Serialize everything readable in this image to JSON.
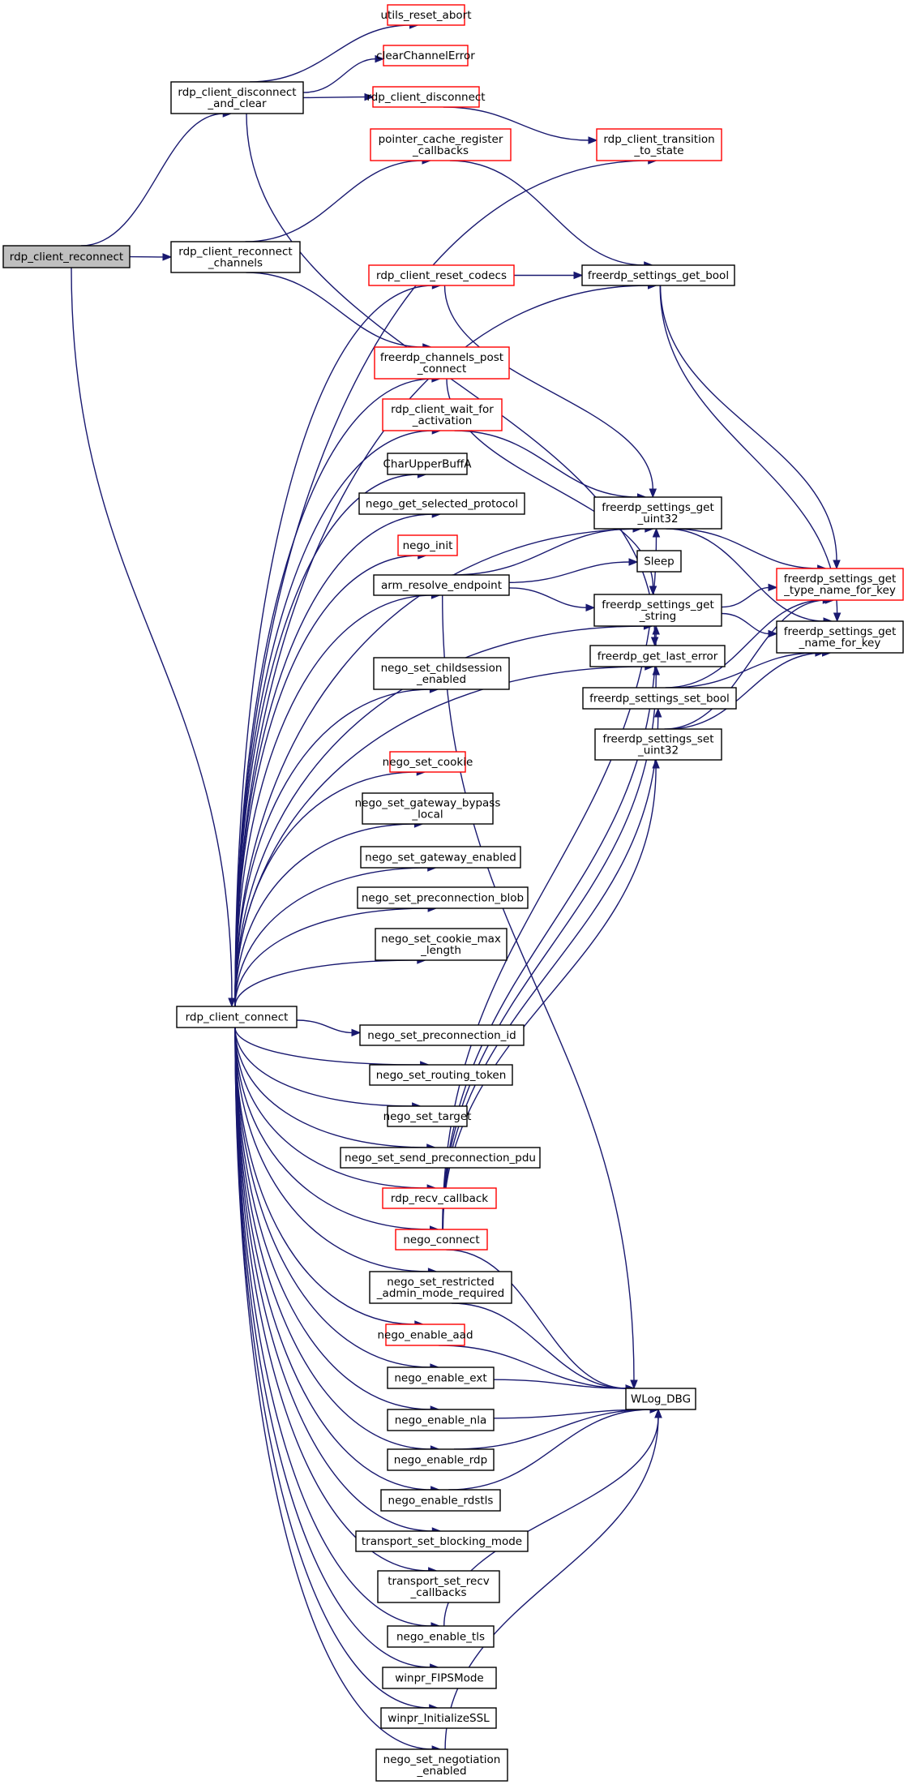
{
  "colors": {
    "edge": "#191970",
    "node_border_default": "#000000",
    "node_border_truncated": "#ff0000",
    "node_fill_default": "#ffffff",
    "node_fill_root": "#bfbfbf"
  },
  "nodes": {
    "rdp_client_reconnect": {
      "lines": [
        "rdp_client_reconnect"
      ],
      "style": "root"
    },
    "rdp_client_disconnect_and_clear": {
      "lines": [
        "rdp_client_disconnect",
        "_and_clear"
      ],
      "style": "default"
    },
    "rdp_client_reconnect_channels": {
      "lines": [
        "rdp_client_reconnect",
        "_channels"
      ],
      "style": "default"
    },
    "rdp_client_connect": {
      "lines": [
        "rdp_client_connect"
      ],
      "style": "default"
    },
    "utils_reset_abort": {
      "lines": [
        "utils_reset_abort"
      ],
      "style": "truncated"
    },
    "clearChannelError": {
      "lines": [
        "clearChannelError"
      ],
      "style": "truncated"
    },
    "rdp_client_disconnect": {
      "lines": [
        "rdp_client_disconnect"
      ],
      "style": "truncated"
    },
    "pointer_cache_register_callbacks": {
      "lines": [
        "pointer_cache_register",
        "_callbacks"
      ],
      "style": "truncated"
    },
    "rdp_client_reset_codecs": {
      "lines": [
        "rdp_client_reset_codecs"
      ],
      "style": "truncated"
    },
    "freerdp_channels_post_connect": {
      "lines": [
        "freerdp_channels_post",
        "_connect"
      ],
      "style": "truncated"
    },
    "rdp_client_wait_for_activation": {
      "lines": [
        "rdp_client_wait_for",
        "_activation"
      ],
      "style": "truncated"
    },
    "CharUpperBuffA": {
      "lines": [
        "CharUpperBuffA"
      ],
      "style": "default"
    },
    "nego_get_selected_protocol": {
      "lines": [
        "nego_get_selected_protocol"
      ],
      "style": "default"
    },
    "nego_init": {
      "lines": [
        "nego_init"
      ],
      "style": "truncated"
    },
    "arm_resolve_endpoint": {
      "lines": [
        "arm_resolve_endpoint"
      ],
      "style": "default"
    },
    "nego_set_childsession_enabled": {
      "lines": [
        "nego_set_childsession",
        "_enabled"
      ],
      "style": "default"
    },
    "nego_set_cookie": {
      "lines": [
        "nego_set_cookie"
      ],
      "style": "truncated"
    },
    "nego_set_gateway_bypass_local": {
      "lines": [
        "nego_set_gateway_bypass",
        "_local"
      ],
      "style": "default"
    },
    "nego_set_gateway_enabled": {
      "lines": [
        "nego_set_gateway_enabled"
      ],
      "style": "default"
    },
    "nego_set_preconnection_blob": {
      "lines": [
        "nego_set_preconnection_blob"
      ],
      "style": "default"
    },
    "nego_set_cookie_max_length": {
      "lines": [
        "nego_set_cookie_max",
        "_length"
      ],
      "style": "default"
    },
    "nego_set_preconnection_id": {
      "lines": [
        "nego_set_preconnection_id"
      ],
      "style": "default"
    },
    "nego_set_routing_token": {
      "lines": [
        "nego_set_routing_token"
      ],
      "style": "default"
    },
    "nego_set_target": {
      "lines": [
        "nego_set_target"
      ],
      "style": "default"
    },
    "nego_set_send_preconnection_pdu": {
      "lines": [
        "nego_set_send_preconnection_pdu"
      ],
      "style": "default"
    },
    "rdp_recv_callback": {
      "lines": [
        "rdp_recv_callback"
      ],
      "style": "truncated"
    },
    "nego_connect": {
      "lines": [
        "nego_connect"
      ],
      "style": "truncated"
    },
    "nego_set_restricted_admin_mode_required": {
      "lines": [
        "nego_set_restricted",
        "_admin_mode_required"
      ],
      "style": "default"
    },
    "nego_enable_aad": {
      "lines": [
        "nego_enable_aad"
      ],
      "style": "truncated"
    },
    "nego_enable_ext": {
      "lines": [
        "nego_enable_ext"
      ],
      "style": "default"
    },
    "nego_enable_nla": {
      "lines": [
        "nego_enable_nla"
      ],
      "style": "default"
    },
    "nego_enable_rdp": {
      "lines": [
        "nego_enable_rdp"
      ],
      "style": "default"
    },
    "nego_enable_rdstls": {
      "lines": [
        "nego_enable_rdstls"
      ],
      "style": "default"
    },
    "transport_set_blocking_mode": {
      "lines": [
        "transport_set_blocking_mode"
      ],
      "style": "default"
    },
    "transport_set_recv_callbacks": {
      "lines": [
        "transport_set_recv",
        "_callbacks"
      ],
      "style": "default"
    },
    "nego_enable_tls": {
      "lines": [
        "nego_enable_tls"
      ],
      "style": "default"
    },
    "winpr_FIPSMode": {
      "lines": [
        "winpr_FIPSMode"
      ],
      "style": "default"
    },
    "winpr_InitializeSSL": {
      "lines": [
        "winpr_InitializeSSL"
      ],
      "style": "default"
    },
    "nego_set_negotiation_enabled": {
      "lines": [
        "nego_set_negotiation",
        "_enabled"
      ],
      "style": "default"
    },
    "rdp_client_transition_to_state": {
      "lines": [
        "rdp_client_transition",
        "_to_state"
      ],
      "style": "truncated"
    },
    "freerdp_settings_get_bool": {
      "lines": [
        "freerdp_settings_get_bool"
      ],
      "style": "default"
    },
    "freerdp_settings_get_uint32": {
      "lines": [
        "freerdp_settings_get",
        "_uint32"
      ],
      "style": "default"
    },
    "Sleep": {
      "lines": [
        "Sleep"
      ],
      "style": "default"
    },
    "freerdp_settings_get_string": {
      "lines": [
        "freerdp_settings_get",
        "_string"
      ],
      "style": "default"
    },
    "freerdp_get_last_error": {
      "lines": [
        "freerdp_get_last_error"
      ],
      "style": "default"
    },
    "freerdp_settings_set_bool": {
      "lines": [
        "freerdp_settings_set_bool"
      ],
      "style": "default"
    },
    "freerdp_settings_set_uint32": {
      "lines": [
        "freerdp_settings_set",
        "_uint32"
      ],
      "style": "default"
    },
    "freerdp_settings_get_type_name_for_key": {
      "lines": [
        "freerdp_settings_get",
        "_type_name_for_key"
      ],
      "style": "truncated"
    },
    "freerdp_settings_get_name_for_key": {
      "lines": [
        "freerdp_settings_get",
        "_name_for_key"
      ],
      "style": "default"
    },
    "WLog_DBG": {
      "lines": [
        "WLog_DBG"
      ],
      "style": "default"
    }
  },
  "edges": [
    [
      "rdp_client_reconnect",
      "rdp_client_disconnect_and_clear"
    ],
    [
      "rdp_client_reconnect",
      "rdp_client_reconnect_channels"
    ],
    [
      "rdp_client_reconnect",
      "rdp_client_connect"
    ],
    [
      "rdp_client_disconnect_and_clear",
      "utils_reset_abort"
    ],
    [
      "rdp_client_disconnect_and_clear",
      "clearChannelError"
    ],
    [
      "rdp_client_disconnect_and_clear",
      "rdp_client_disconnect"
    ],
    [
      "rdp_client_disconnect_and_clear",
      "freerdp_get_last_error"
    ],
    [
      "rdp_client_disconnect",
      "rdp_client_transition_to_state"
    ],
    [
      "rdp_client_reconnect_channels",
      "pointer_cache_register_callbacks"
    ],
    [
      "rdp_client_reconnect_channels",
      "freerdp_channels_post_connect"
    ],
    [
      "pointer_cache_register_callbacks",
      "freerdp_settings_get_bool"
    ],
    [
      "rdp_client_connect",
      "rdp_client_transition_to_state"
    ],
    [
      "rdp_client_connect",
      "freerdp_settings_get_bool"
    ],
    [
      "rdp_client_connect",
      "rdp_client_reset_codecs"
    ],
    [
      "rdp_client_connect",
      "freerdp_settings_get_uint32"
    ],
    [
      "rdp_client_connect",
      "freerdp_channels_post_connect"
    ],
    [
      "rdp_client_connect",
      "rdp_client_wait_for_activation"
    ],
    [
      "rdp_client_connect",
      "CharUpperBuffA"
    ],
    [
      "rdp_client_connect",
      "nego_get_selected_protocol"
    ],
    [
      "rdp_client_connect",
      "nego_init"
    ],
    [
      "rdp_client_connect",
      "arm_resolve_endpoint"
    ],
    [
      "rdp_client_connect",
      "nego_set_childsession_enabled"
    ],
    [
      "rdp_client_connect",
      "freerdp_settings_get_string"
    ],
    [
      "rdp_client_connect",
      "nego_set_cookie"
    ],
    [
      "rdp_client_connect",
      "nego_set_gateway_bypass_local"
    ],
    [
      "rdp_client_connect",
      "nego_set_gateway_enabled"
    ],
    [
      "rdp_client_connect",
      "nego_set_preconnection_blob"
    ],
    [
      "rdp_client_connect",
      "nego_set_cookie_max_length"
    ],
    [
      "rdp_client_connect",
      "freerdp_get_last_error"
    ],
    [
      "rdp_client_connect",
      "nego_set_preconnection_id"
    ],
    [
      "rdp_client_connect",
      "nego_set_routing_token"
    ],
    [
      "rdp_client_connect",
      "nego_set_target"
    ],
    [
      "rdp_client_connect",
      "nego_set_send_preconnection_pdu"
    ],
    [
      "rdp_client_connect",
      "rdp_recv_callback"
    ],
    [
      "rdp_client_connect",
      "nego_connect"
    ],
    [
      "rdp_client_connect",
      "nego_set_restricted_admin_mode_required"
    ],
    [
      "rdp_client_connect",
      "nego_enable_aad"
    ],
    [
      "rdp_client_connect",
      "nego_enable_ext"
    ],
    [
      "rdp_client_connect",
      "nego_enable_nla"
    ],
    [
      "rdp_client_connect",
      "nego_enable_rdp"
    ],
    [
      "rdp_client_connect",
      "nego_enable_rdstls"
    ],
    [
      "rdp_client_connect",
      "transport_set_blocking_mode"
    ],
    [
      "rdp_client_connect",
      "transport_set_recv_callbacks"
    ],
    [
      "rdp_client_connect",
      "nego_enable_tls"
    ],
    [
      "rdp_client_connect",
      "winpr_FIPSMode"
    ],
    [
      "rdp_client_connect",
      "winpr_InitializeSSL"
    ],
    [
      "rdp_client_connect",
      "nego_set_negotiation_enabled"
    ],
    [
      "rdp_client_reset_codecs",
      "freerdp_settings_get_bool"
    ],
    [
      "rdp_client_reset_codecs",
      "freerdp_settings_get_uint32"
    ],
    [
      "freerdp_channels_post_connect",
      "freerdp_settings_get_string"
    ],
    [
      "rdp_client_wait_for_activation",
      "freerdp_settings_get_uint32"
    ],
    [
      "arm_resolve_endpoint",
      "freerdp_settings_get_uint32"
    ],
    [
      "arm_resolve_endpoint",
      "Sleep"
    ],
    [
      "arm_resolve_endpoint",
      "freerdp_settings_get_string"
    ],
    [
      "arm_resolve_endpoint",
      "WLog_DBG"
    ],
    [
      "nego_connect",
      "freerdp_settings_get_uint32"
    ],
    [
      "nego_connect",
      "freerdp_settings_get_string"
    ],
    [
      "nego_connect",
      "freerdp_get_last_error"
    ],
    [
      "nego_connect",
      "freerdp_settings_set_bool"
    ],
    [
      "nego_connect",
      "freerdp_settings_set_uint32"
    ],
    [
      "nego_connect",
      "WLog_DBG"
    ],
    [
      "nego_set_restricted_admin_mode_required",
      "WLog_DBG"
    ],
    [
      "nego_enable_aad",
      "WLog_DBG"
    ],
    [
      "nego_enable_ext",
      "WLog_DBG"
    ],
    [
      "nego_enable_nla",
      "WLog_DBG"
    ],
    [
      "nego_enable_rdp",
      "WLog_DBG"
    ],
    [
      "nego_enable_rdstls",
      "WLog_DBG"
    ],
    [
      "nego_enable_tls",
      "WLog_DBG"
    ],
    [
      "nego_set_negotiation_enabled",
      "WLog_DBG"
    ],
    [
      "freerdp_settings_get_bool",
      "freerdp_settings_get_type_name_for_key"
    ],
    [
      "freerdp_settings_get_bool",
      "freerdp_settings_get_name_for_key"
    ],
    [
      "freerdp_settings_get_uint32",
      "freerdp_settings_get_type_name_for_key"
    ],
    [
      "freerdp_settings_get_uint32",
      "freerdp_settings_get_name_for_key"
    ],
    [
      "freerdp_settings_get_string",
      "freerdp_settings_get_type_name_for_key"
    ],
    [
      "freerdp_settings_get_string",
      "freerdp_settings_get_name_for_key"
    ],
    [
      "freerdp_settings_set_bool",
      "freerdp_settings_get_type_name_for_key"
    ],
    [
      "freerdp_settings_set_bool",
      "freerdp_settings_get_name_for_key"
    ],
    [
      "freerdp_settings_set_uint32",
      "freerdp_settings_get_type_name_for_key"
    ],
    [
      "freerdp_settings_set_uint32",
      "freerdp_settings_get_name_for_key"
    ]
  ]
}
